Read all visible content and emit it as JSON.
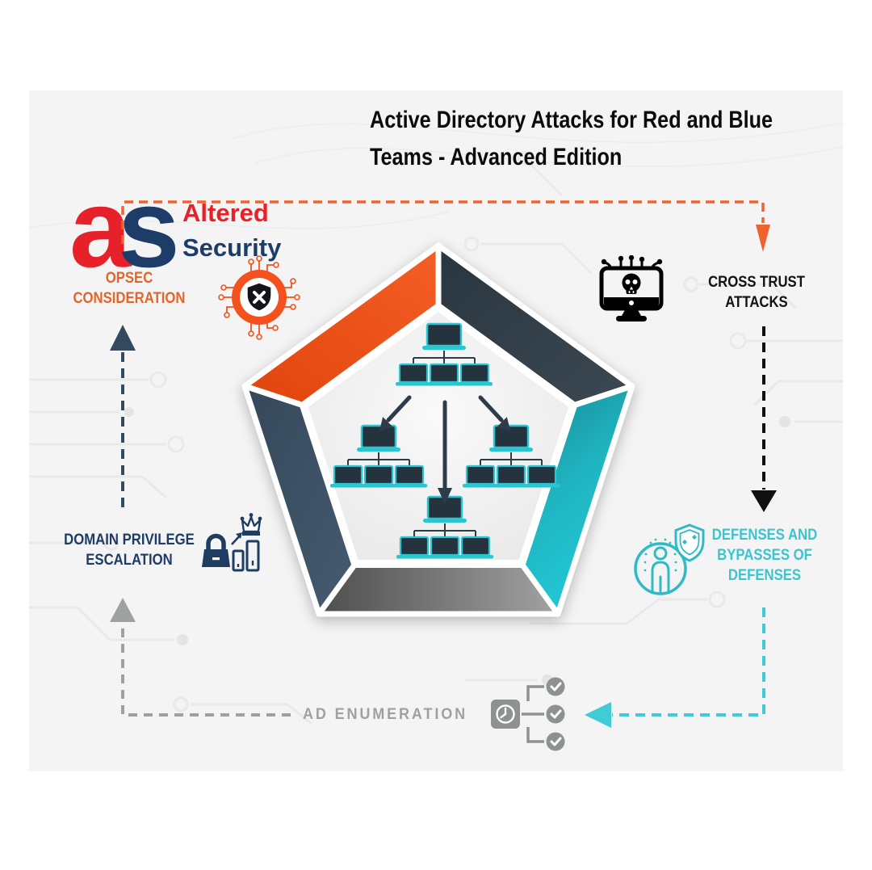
{
  "logo": {
    "mark_a": "a",
    "mark_s": "s",
    "name_line1": "Altered",
    "name_line2": "Security",
    "color_red": "#E62129",
    "color_navy": "#1E3C68"
  },
  "title": {
    "line1": "Active Directory Attacks for Red and Blue",
    "line2": "Teams - Advanced Edition"
  },
  "cycle": {
    "steps": [
      {
        "id": "opsec",
        "line1": "OPSEC",
        "line2": "CONSIDERATION",
        "color": "#E2662B",
        "icon": "shield-x-circuit-icon"
      },
      {
        "id": "cross-trust",
        "line1": "CROSS TRUST",
        "line2": "ATTACKS",
        "color": "#121212",
        "icon": "skull-monitor-icon"
      },
      {
        "id": "defenses",
        "line1": "DEFENSES AND",
        "line2": "BYPASSES OF",
        "line3": "DEFENSES",
        "color": "#3BC4CE",
        "icon": "person-shield-icon"
      },
      {
        "id": "ad-enumeration",
        "line1": "AD ENUMERATION",
        "color": "#9EA1A2",
        "icon": "checklist-clock-icon"
      },
      {
        "id": "domain-privilege",
        "line1": "DOMAIN PRIVILEGE",
        "line2": "ESCALATION",
        "color": "#1E3C64",
        "icon": "padlock-crown-chart-icon"
      }
    ],
    "arrow_colors": {
      "opsec_to_cross": "#F0622E",
      "cross_to_defenses": "#101010",
      "defenses_to_adenum": "#41CBD5",
      "adenum_to_domain": "#9FA0A0",
      "domain_to_opsec": "#33495E"
    }
  },
  "pentagon": {
    "center_icon": "active-directory-tree",
    "segment_colors": {
      "top_left": "#F2541F",
      "top_right": "#323E49",
      "right": "#1EC3CF",
      "bottom": "#8C8C8C",
      "left": "#3E5365"
    }
  }
}
